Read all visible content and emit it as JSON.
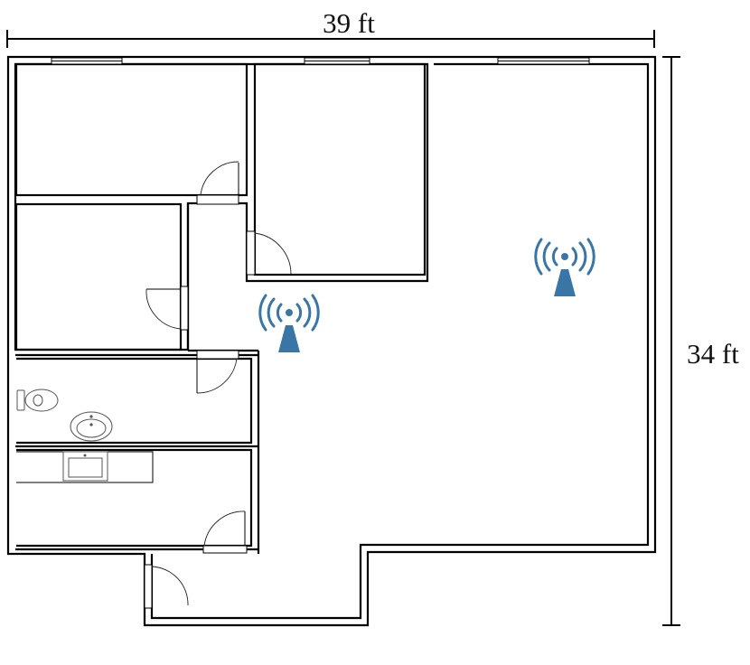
{
  "dimensions": {
    "width_label": "39 ft",
    "height_label": "34 ft"
  },
  "colors": {
    "wall": "#000000",
    "access_point": "#3a76a5",
    "background": "#ffffff"
  },
  "access_points": [
    {
      "name": "wifi-access-point-1",
      "icon": "wifi-router-icon"
    },
    {
      "name": "wifi-access-point-2",
      "icon": "wifi-router-icon"
    }
  ],
  "fixtures": [
    "toilet-icon",
    "bathroom-sink-icon",
    "kitchen-sink-icon"
  ]
}
